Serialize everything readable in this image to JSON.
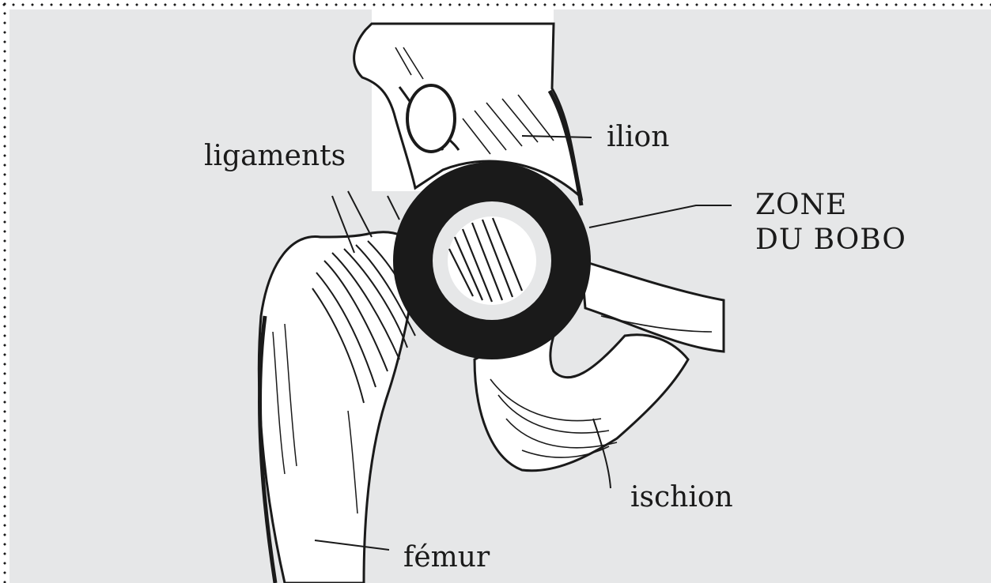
{
  "diagram": {
    "labels": {
      "ilion": "ilion",
      "ligaments": "ligaments",
      "zone_line1": "ZONE",
      "zone_line2": "DU BOBO",
      "ischion": "ischion",
      "femur": "fémur"
    },
    "colors": {
      "background": "#e6e7e8",
      "ink": "#1a1a1a",
      "bone": "#ffffff",
      "highlight_ring": "#1a1a1a"
    }
  }
}
